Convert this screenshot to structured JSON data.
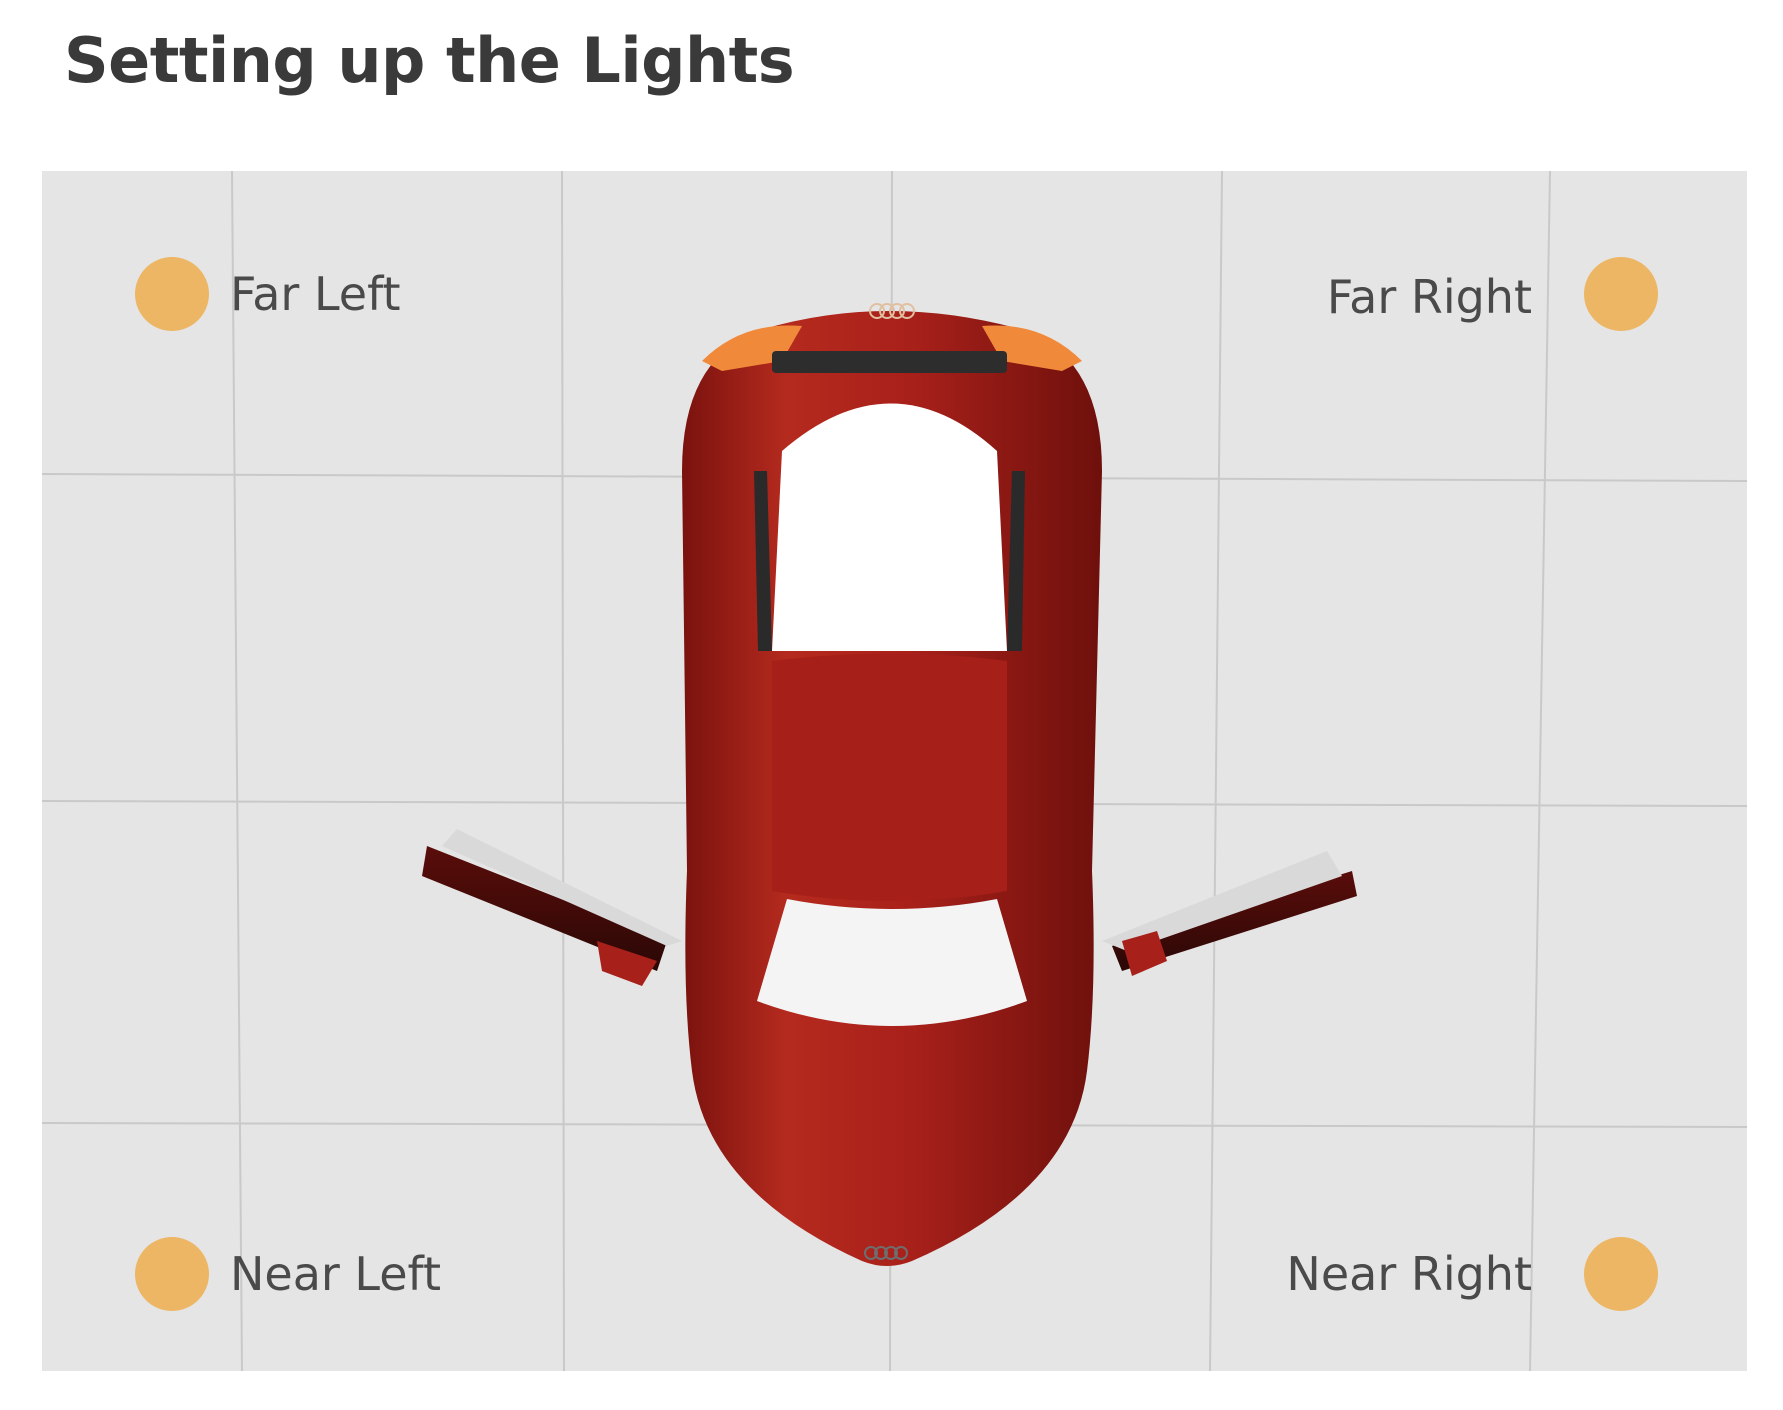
{
  "title": "Setting up the Lights",
  "stage": {
    "background": "#e5e5e5",
    "grid_color": "#c9c9c9",
    "car_color": "#a8201a"
  },
  "lights": [
    {
      "name": "far-left",
      "label": "Far Left",
      "color": "#ecb664"
    },
    {
      "name": "far-right",
      "label": "Far Right",
      "color": "#ecb664"
    },
    {
      "name": "near-left",
      "label": "Near Left",
      "color": "#ecb664"
    },
    {
      "name": "near-right",
      "label": "Near Right",
      "color": "#ecb664"
    }
  ]
}
